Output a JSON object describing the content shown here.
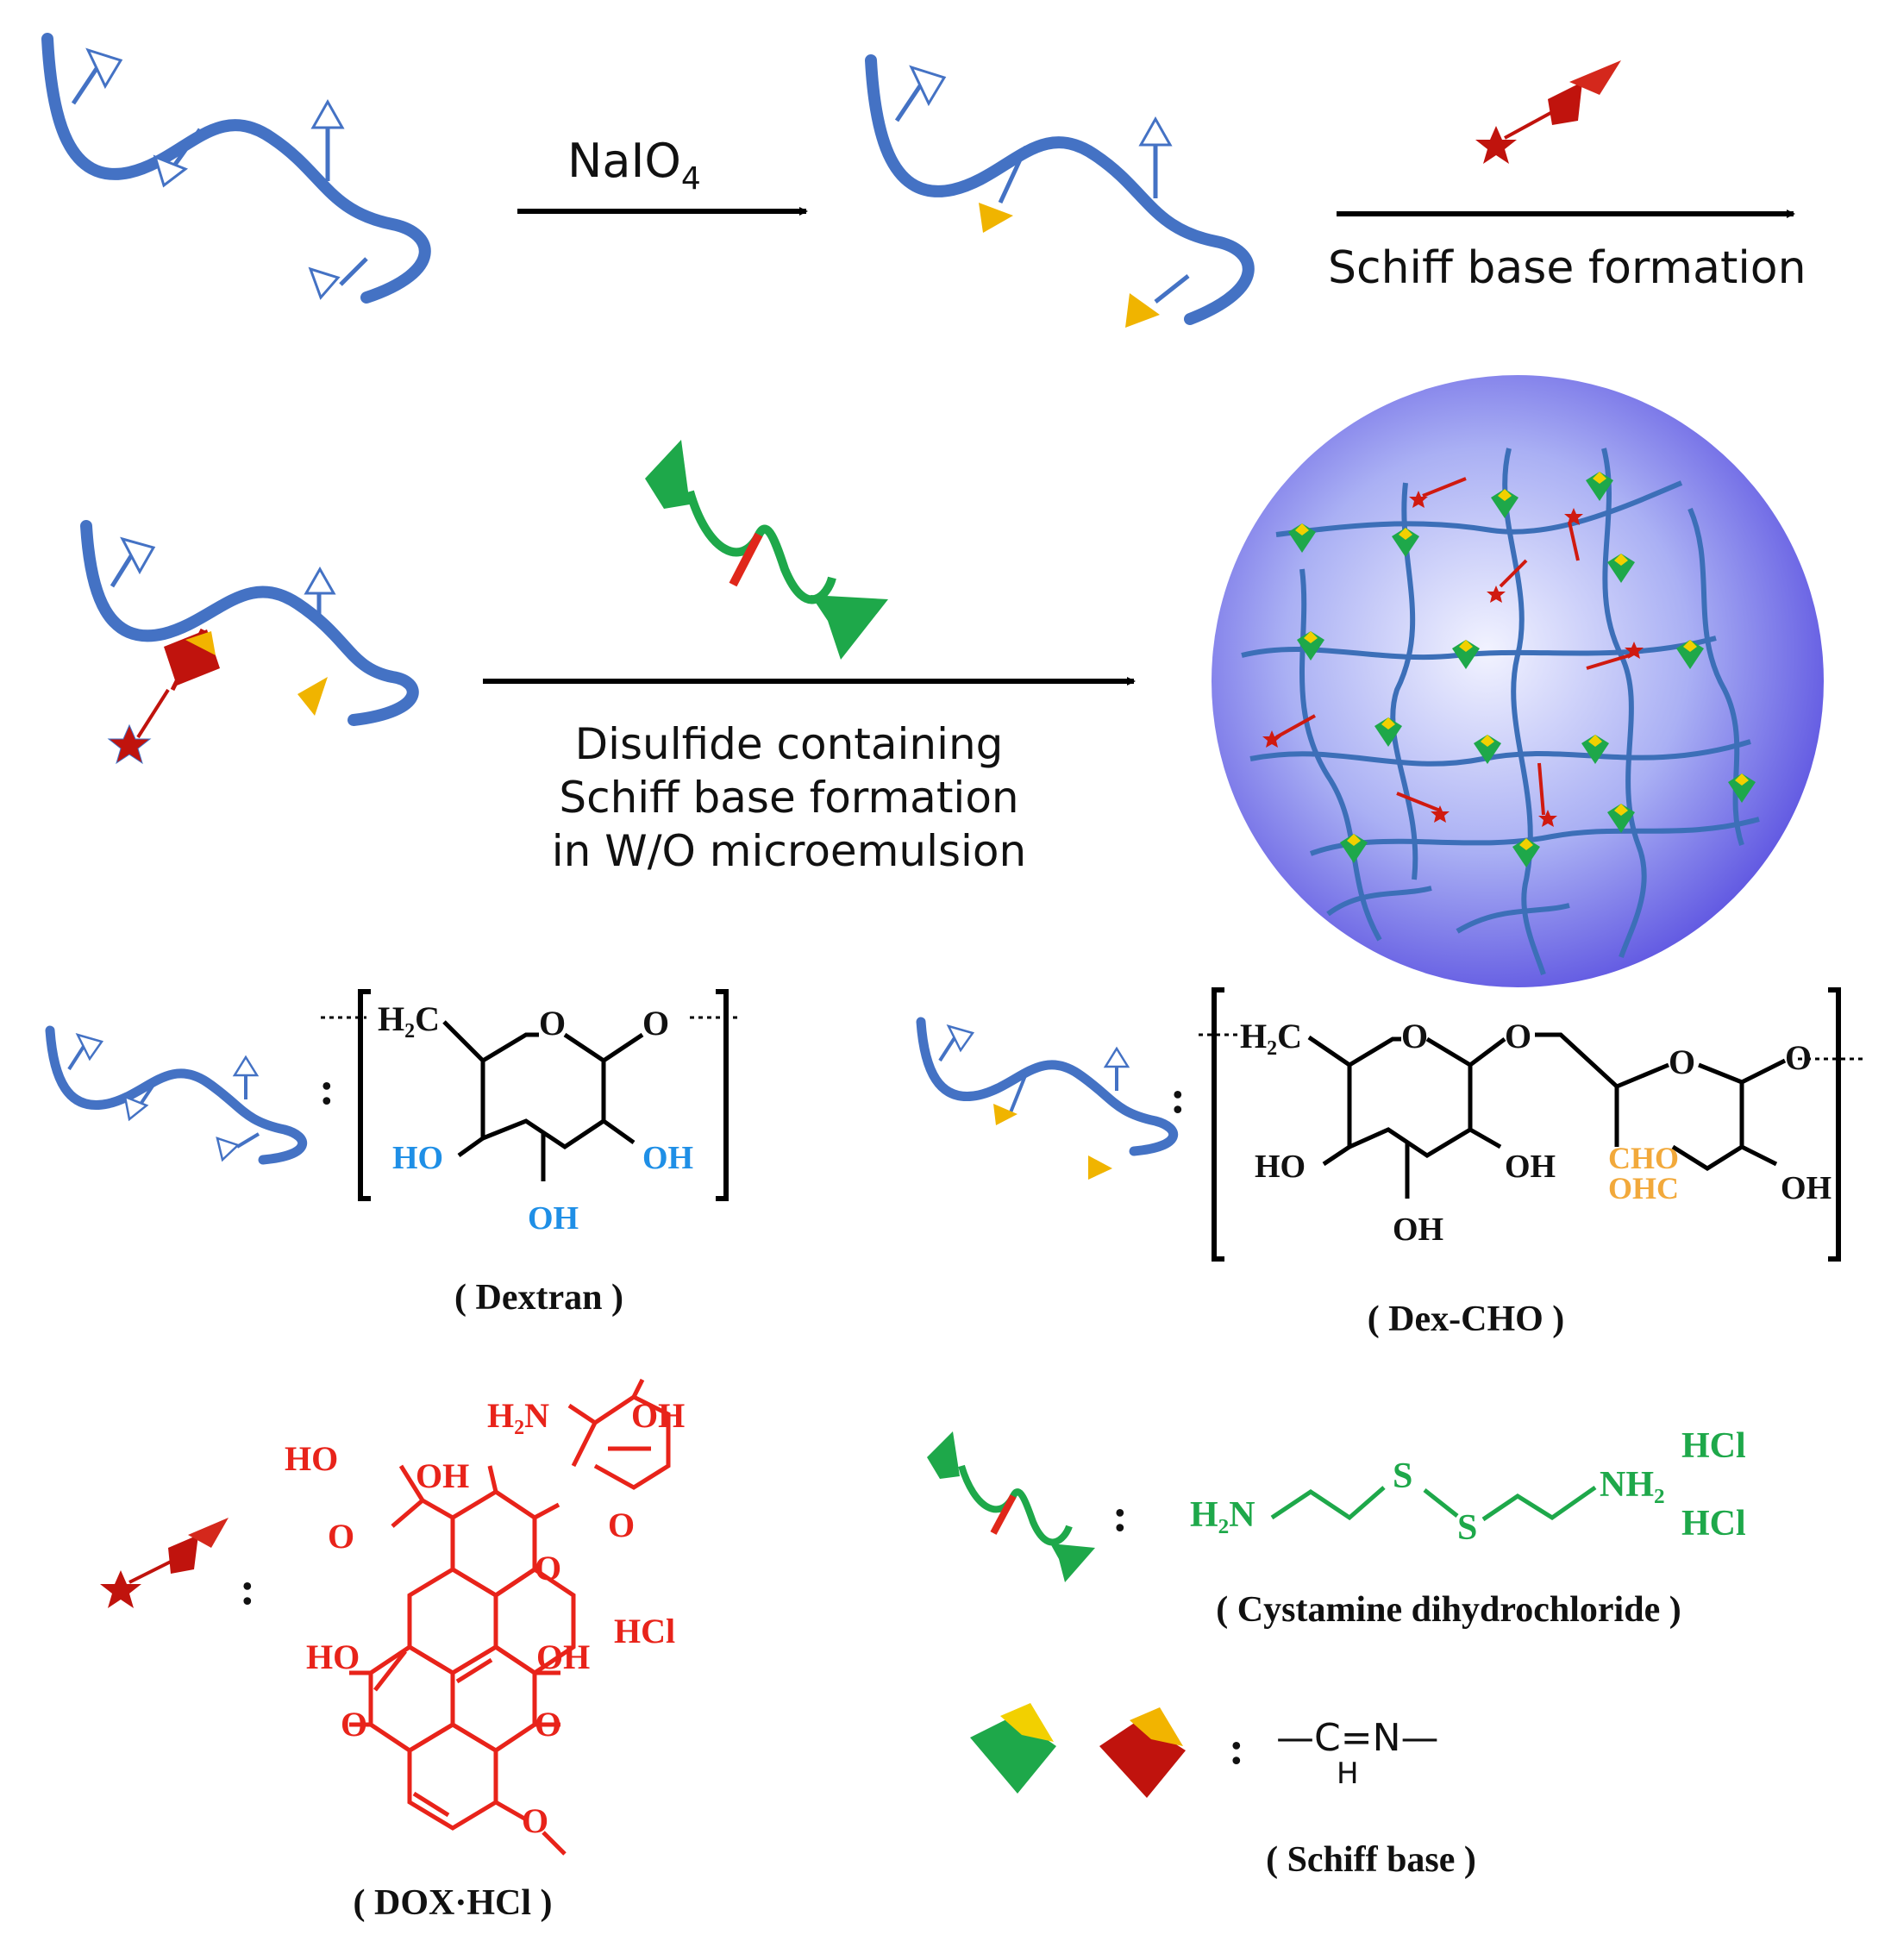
{
  "reactions": {
    "step1_reagent": "NaIO",
    "step1_reagent_subscript": "4",
    "step2_label": "Schiff base formation",
    "step3_label_line1": "Disulfide containing",
    "step3_label_line2": "Schiff base formation",
    "step3_label_line3": "in W/O microemulsion"
  },
  "legend": {
    "separator": ":",
    "dextran": {
      "name": "( Dextran )",
      "ch2_group": "H₂C",
      "ring_o": "O",
      "link_o": "O",
      "ho_left": "HO",
      "oh_right": "OH",
      "oh_bottom": "OH"
    },
    "dexcho": {
      "name": "( Dex-CHO )",
      "ch2_group": "H₂C",
      "ring_o": "O",
      "link_o": "O",
      "ring2_o": "O",
      "end_o": "O",
      "ho_left": "HO",
      "oh_right": "OH",
      "oh_bottom": "OH",
      "cho": "CHO",
      "ohc": "OHC",
      "oh_far_right": "OH"
    },
    "dox": {
      "name": "( DOX·HCl )",
      "h2n": "H₂N",
      "oh_sugar": "OH",
      "ho_chain": "HO",
      "oh_tertiary": "OH",
      "ketone_o": "O",
      "ring_o": "O",
      "glyco_o": "O",
      "ho_phenol": "HO",
      "oh_phenol": "OH",
      "hcl": "HCl",
      "quinone_o_left": "O",
      "quinone_o_right": "O",
      "methoxy_o": "O"
    },
    "cystamine": {
      "name": "( Cystamine dihydrochloride  )",
      "h2n": "H₂N",
      "s1": "S",
      "s2": "S",
      "nh2": "NH₂",
      "hcl_top": "HCl",
      "hcl_bottom": "HCl"
    },
    "schiff": {
      "name": "( Schiff base )",
      "formula": "—C=N—",
      "h": "H"
    }
  },
  "colors": {
    "polymer": "#4472c4",
    "arrow": "#000000",
    "aldehyde": "#f0b400",
    "drug": "#c0130d",
    "crosslinker": "#1ea84a",
    "dextran_oh": "#1f8fe6",
    "dexcho_cho": "#f2a93b",
    "sphere_center": "#e6e8ff",
    "sphere_edge": "#5a50e0"
  },
  "icons": [
    "dextran-chain-icon",
    "dexcho-chain-icon",
    "dox-conjugate-icon",
    "cystamine-icon",
    "nanogel-sphere-icon",
    "schiff-base-icon"
  ]
}
